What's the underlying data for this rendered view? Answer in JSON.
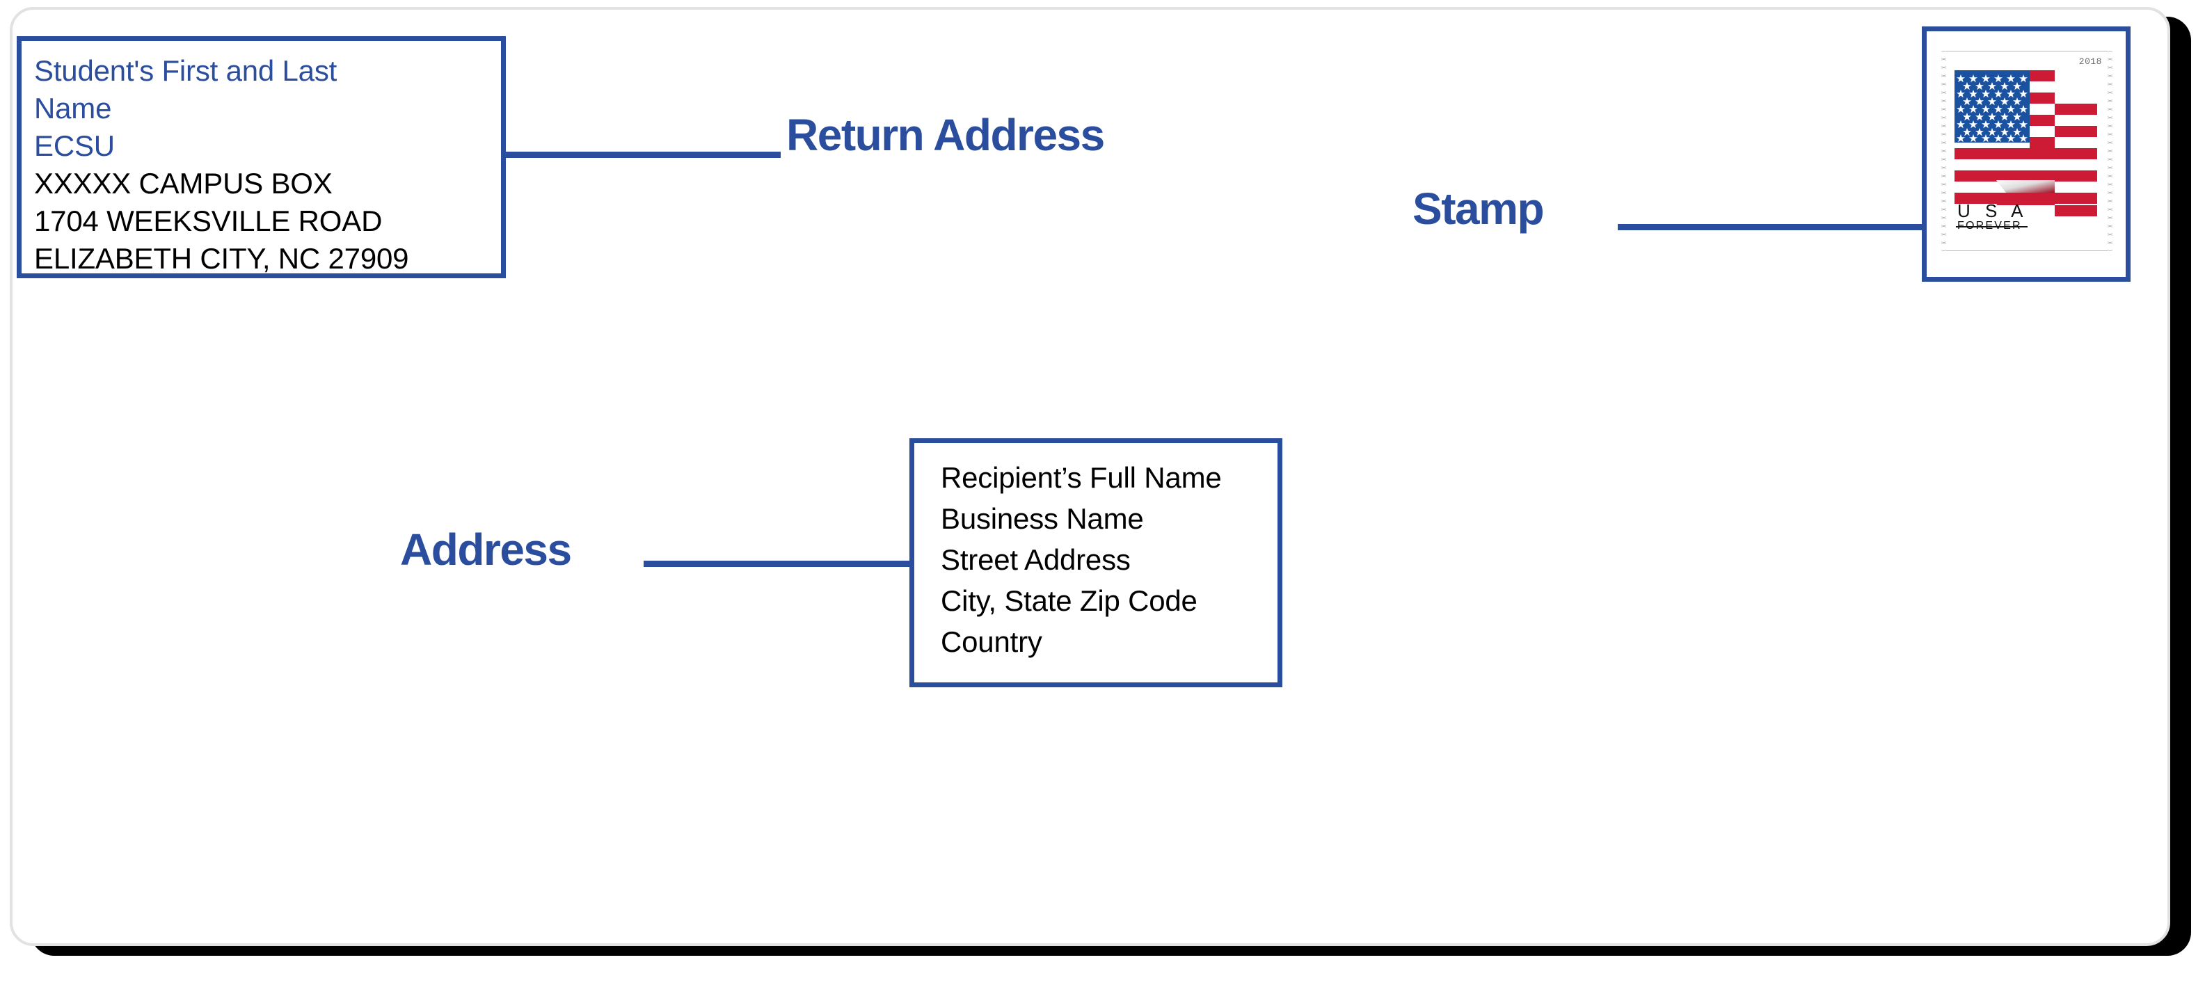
{
  "envelope": {
    "background_color": "#ffffff",
    "border_color": "#e2e2e2",
    "shadow_color": "#000000"
  },
  "accent_color": "#2b4d9e",
  "return_address": {
    "label": "Return Address",
    "lines": [
      {
        "text": "Student's First and Last",
        "color": "blue"
      },
      {
        "text": "Name",
        "color": "blue"
      },
      {
        "text": "ECSU",
        "color": "blue"
      },
      {
        "text": "XXXXX CAMPUS BOX",
        "color": "black"
      },
      {
        "text": "1704 WEEKSVILLE ROAD",
        "color": "black"
      },
      {
        "text": "ELIZABETH CITY, NC 27909",
        "color": "black"
      }
    ]
  },
  "recipient_address": {
    "label": "Address",
    "lines": [
      {
        "text": "Recipient’s Full Name"
      },
      {
        "text": "Business Name"
      },
      {
        "text": "Street Address"
      },
      {
        "text": "City, State Zip Code"
      },
      {
        "text": "Country"
      }
    ]
  },
  "stamp": {
    "label": "Stamp",
    "year": "2018",
    "country_text": "U S A",
    "denomination_text": "FOREVER",
    "flag": {
      "canton_color": "#1a52a0",
      "stripe_color": "#ce1b35",
      "star_color": "#ffffff",
      "star_count": 50,
      "stripe_count": 13
    }
  }
}
